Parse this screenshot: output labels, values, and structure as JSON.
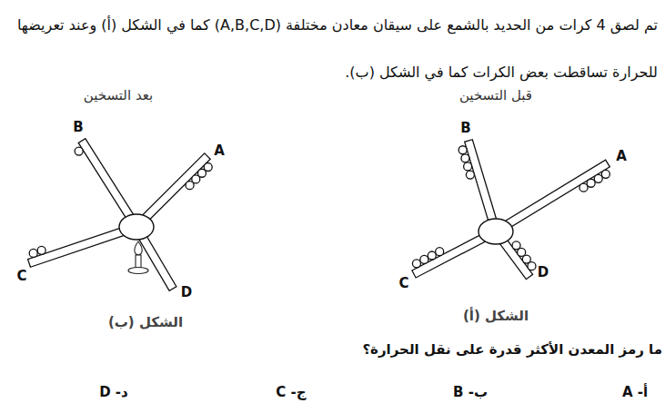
{
  "diagram": {
    "labels": [
      "تم لصق 4 كرات من الحديد بالشمع على سيقان معادن مختلفة (A,B,C,D) كما في الشكل (أ) وعند تعريضها للحرارة تساقطت بعض الكرات كما في الشكل (ب).",
      "بعد التسخين",
      "قبل التسخين",
      "B",
      "A",
      "C",
      "D",
      "B",
      "A",
      "C",
      "D",
      "الشكل (ب)",
      "الشكل (أ)",
      "ما رمز المعدن الأكثر قدرة على نقل الحرارة؟",
      "أ- A",
      "ب- B",
      "ج- C",
      "د- D"
    ]
  }
}
